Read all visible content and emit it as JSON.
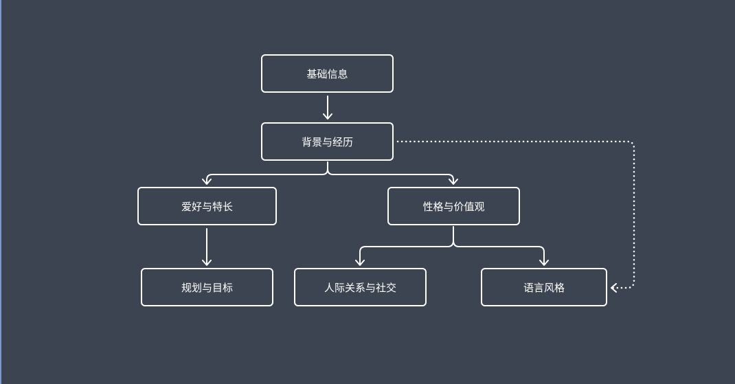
{
  "diagram": {
    "nodes": {
      "basic_info": "基础信息",
      "background": "背景与经历",
      "hobbies": "爱好与特长",
      "personality": "性格与价值观",
      "planning": "规划与目标",
      "relations": "人际关系与社交",
      "language": "语言风格"
    },
    "colors": {
      "background": "#3c4452",
      "stroke": "#ffffff",
      "left_border": "#7e9cc8"
    },
    "edges": [
      {
        "from": "basic_info",
        "to": "background",
        "style": "solid"
      },
      {
        "from": "background",
        "to": "hobbies",
        "style": "solid"
      },
      {
        "from": "background",
        "to": "personality",
        "style": "solid"
      },
      {
        "from": "hobbies",
        "to": "planning",
        "style": "solid"
      },
      {
        "from": "personality",
        "to": "relations",
        "style": "solid"
      },
      {
        "from": "personality",
        "to": "language",
        "style": "solid"
      },
      {
        "from": "background",
        "to": "language",
        "style": "dotted"
      }
    ]
  }
}
